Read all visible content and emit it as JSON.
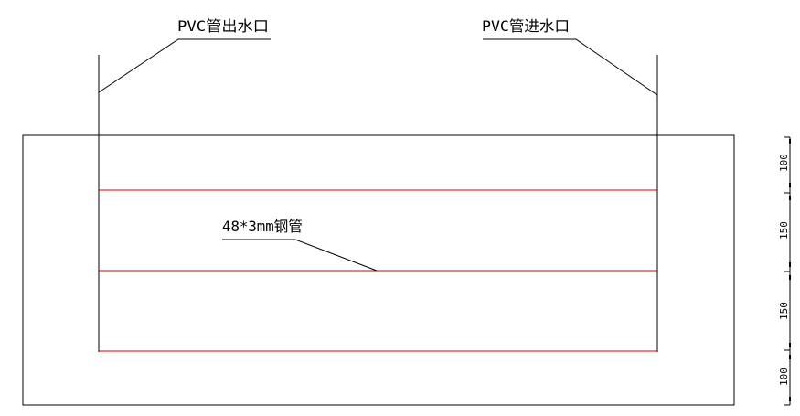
{
  "labels": {
    "outlet": "PVC管出水口",
    "inlet": "PVC管进水口",
    "pipe": "48*3mm钢管"
  },
  "dimensions": [
    "100",
    "150",
    "150",
    "100"
  ],
  "colors": {
    "line": "#000000",
    "pipe": "#e00000"
  }
}
